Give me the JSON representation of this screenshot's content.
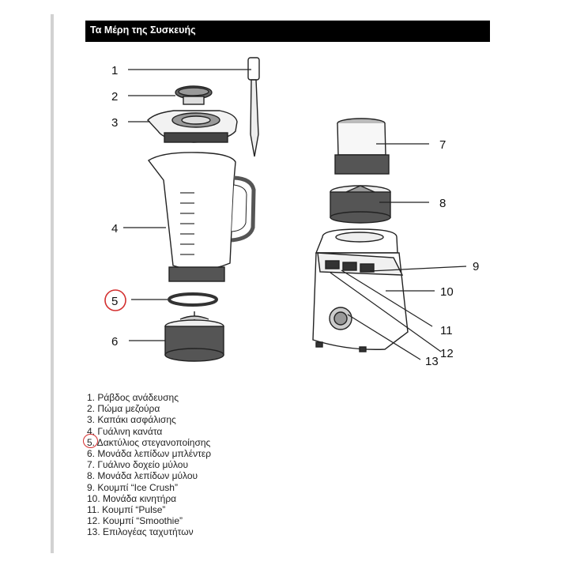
{
  "header": {
    "title": "Τα Μέρη της Συσκευής"
  },
  "callouts": [
    "1",
    "2",
    "3",
    "4",
    "5",
    "6",
    "7",
    "8",
    "9",
    "10",
    "11",
    "12",
    "13"
  ],
  "highlight_color": "#d32f2f",
  "parts": [
    "1. Ράβδος ανάδευσης",
    "2. Πώμα μεζούρα",
    "3. Καπάκι ασφάλισης",
    "4. Γυάλινη κανάτα",
    "5. Δακτύλιος στεγανοποίησης",
    "6. Μονάδα λεπίδων μπλέντερ",
    "7. Γυάλινο δοχείο μύλου",
    "8. Μονάδα λεπίδων μύλου",
    "9. Κουμπί “Ice Crush”",
    "10. Μονάδα κινητήρα",
    "11. Κουμπί “Pulse”",
    "12. Κουμπί “Smoothie”",
    "13. Επιλογέας ταχυτήτων"
  ]
}
